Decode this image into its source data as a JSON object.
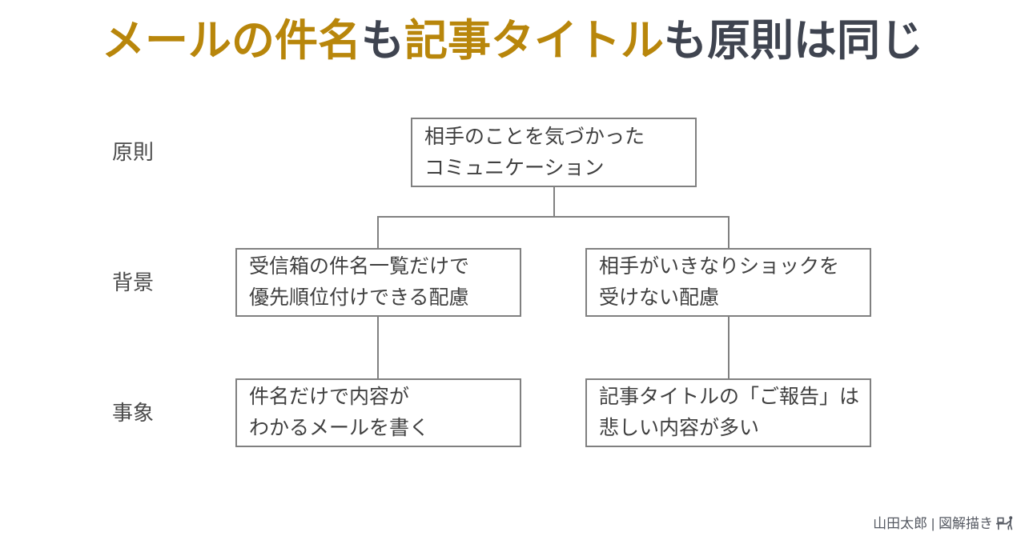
{
  "title": {
    "segments": [
      {
        "text": "メールの件名",
        "color": "#B8860B"
      },
      {
        "text": "も",
        "color": "#3F4450"
      },
      {
        "text": "記事タイトル",
        "color": "#B8860B"
      },
      {
        "text": "も原則は同じ",
        "color": "#3F4450"
      }
    ],
    "full_text": "メールの件名も記事タイトルも原則は同じ"
  },
  "diagram": {
    "row_labels": [
      "原則",
      "背景",
      "事象"
    ],
    "nodes": {
      "principle": {
        "line1": "相手のことを気づかった",
        "line2": "コミュニケーション"
      },
      "background_left": {
        "line1": "受信箱の件名一覧だけで",
        "line2": "優先順位付けできる配慮"
      },
      "background_right": {
        "line1": "相手がいきなりショックを",
        "line2": "受けない配慮"
      },
      "event_left": {
        "line1": "件名だけで内容が",
        "line2": "わかるメールを書く"
      },
      "event_right": {
        "line1": "記事タイトルの「ご報告」は",
        "line2": "悲しい内容が多い"
      }
    }
  },
  "footer": {
    "credit": "山田太郎 | 図解描き",
    "icon": "person-at-desk-icon"
  },
  "colors": {
    "background": "#FFFFFF",
    "title_accent": "#B8860B",
    "title_text": "#3F4450",
    "box_border": "#808080",
    "box_text": "#3F3F3F",
    "label_text": "#4A4A4A",
    "credit_text": "#555962"
  }
}
